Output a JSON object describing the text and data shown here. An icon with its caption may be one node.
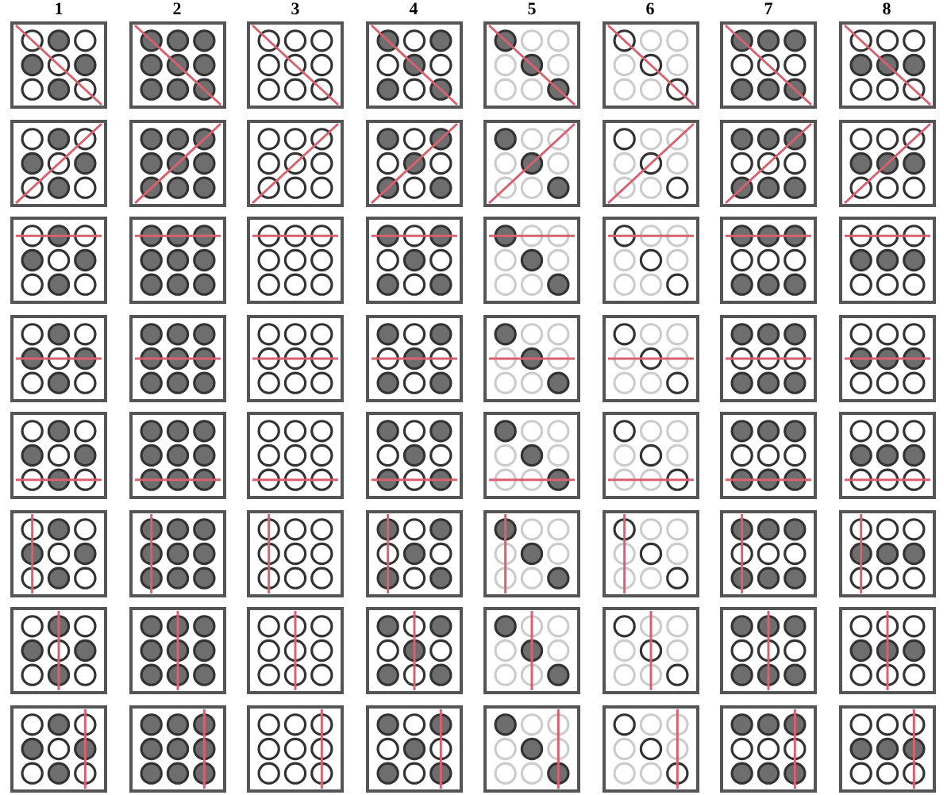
{
  "diagram": {
    "labels": [
      "1",
      "2",
      "3",
      "4",
      "5",
      "6",
      "7",
      "8"
    ]
  }
}
